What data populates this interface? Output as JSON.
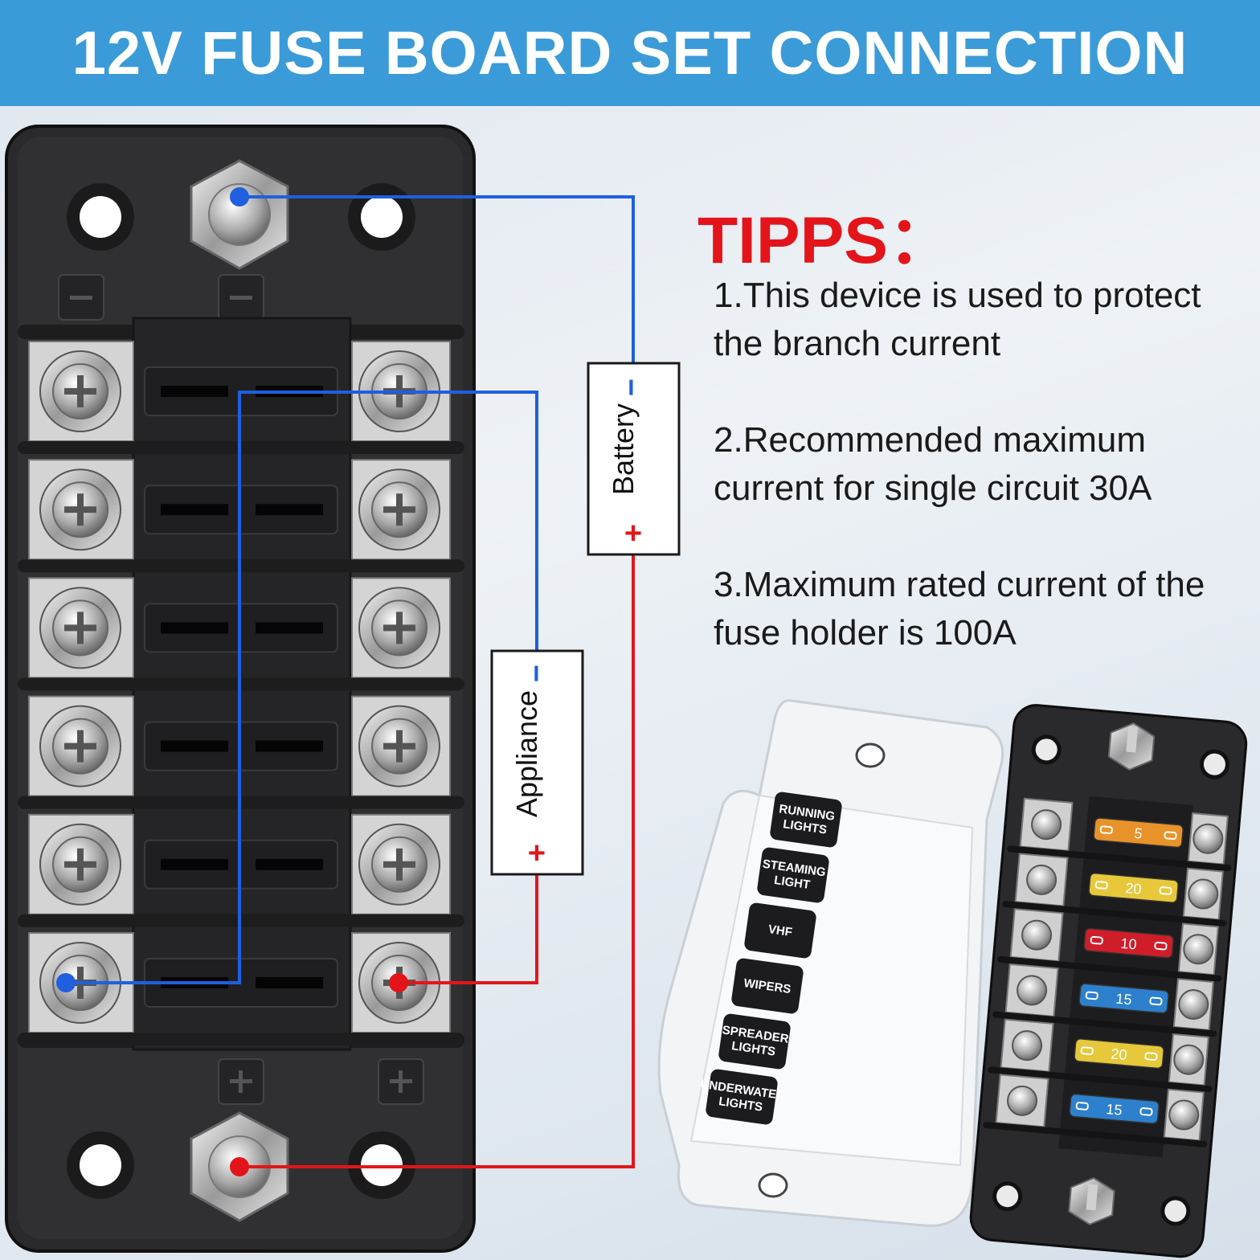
{
  "header": {
    "title": "12V FUSE BOARD SET CONNECTION"
  },
  "tips": {
    "title": "TIPPS：",
    "items": [
      "1.This device is used to protect the branch current",
      "2.Recommended maximum current for single circuit 30A",
      "3.Maximum rated current of the fuse holder is 100A"
    ]
  },
  "diagram": {
    "battery": {
      "label": "Battery",
      "minus": "−",
      "plus": "+"
    },
    "appliance": {
      "label": "Appliance",
      "minus": "−",
      "plus": "+"
    },
    "board_symbols": {
      "negative": "−",
      "positive": "+"
    }
  },
  "cover_labels": [
    [
      "RUNNING",
      "LIGHTS"
    ],
    [
      "STEAMING",
      "LIGHT"
    ],
    [
      "VHF"
    ],
    [
      "WIPERS"
    ],
    [
      "SPREADER",
      "LIGHTS"
    ],
    [
      "UNDERWATER",
      "LIGHTS"
    ]
  ],
  "fuses": [
    {
      "rating": "5",
      "color": "#f39a2b"
    },
    {
      "rating": "20",
      "color": "#f1d23c"
    },
    {
      "rating": "10",
      "color": "#d91f2b"
    },
    {
      "rating": "15",
      "color": "#2e86d6"
    },
    {
      "rating": "20",
      "color": "#f1d23c"
    },
    {
      "rating": "15",
      "color": "#2e86d6"
    }
  ],
  "colors": {
    "banner": "#3b9bd8",
    "tips_title": "#e3151b",
    "wire_negative": "#1f5fe0",
    "wire_positive": "#e3151b"
  }
}
